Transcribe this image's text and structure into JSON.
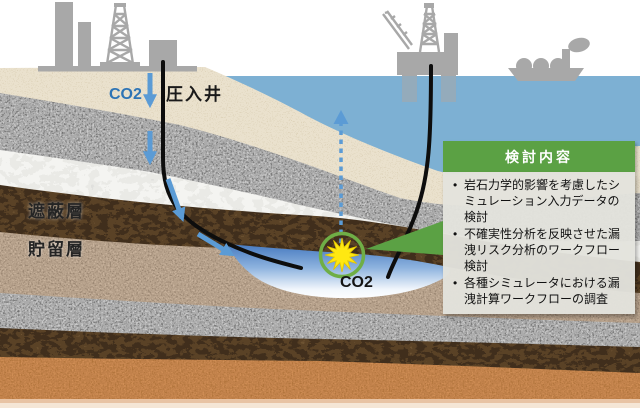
{
  "labels": {
    "co2_injection": "CO2",
    "injection_well": "圧入井",
    "seal_layer": "遮蔽層",
    "storage_layer": "貯留層",
    "co2_plume": "CO2"
  },
  "panel": {
    "title": "検討内容",
    "items": [
      "岩石力学的影響を考慮したシミュレーション入力データの検討",
      "不確実性分析を反映させた漏洩リスク分析のワークフロー検討",
      "各種シミュレータにおける漏洩計算ワークフローの調査"
    ]
  },
  "icons": {
    "leak_burst": "starburst-icon",
    "leak_marker": "green-circle-icon",
    "leak_path": "dashed-up-arrow-icon",
    "injection_flow": "blue-down-arrow-icon",
    "onshore_plant": "industrial-plant-icon",
    "offshore_platform": "offshore-rig-icon",
    "ship": "carrier-ship-icon"
  },
  "colors": {
    "sea": "#7DB0D3",
    "panel_green": "#5BA144",
    "arrow_blue": "#5B9BD5",
    "co2_text_blue": "#2E74B5",
    "starburst_yellow": "#FFE812",
    "leak_circle_green": "#6FAE46",
    "structure_gray": "#A8A8A8",
    "seal_brown": "#3F2E1A",
    "storage_tan": "#C6B09A"
  }
}
